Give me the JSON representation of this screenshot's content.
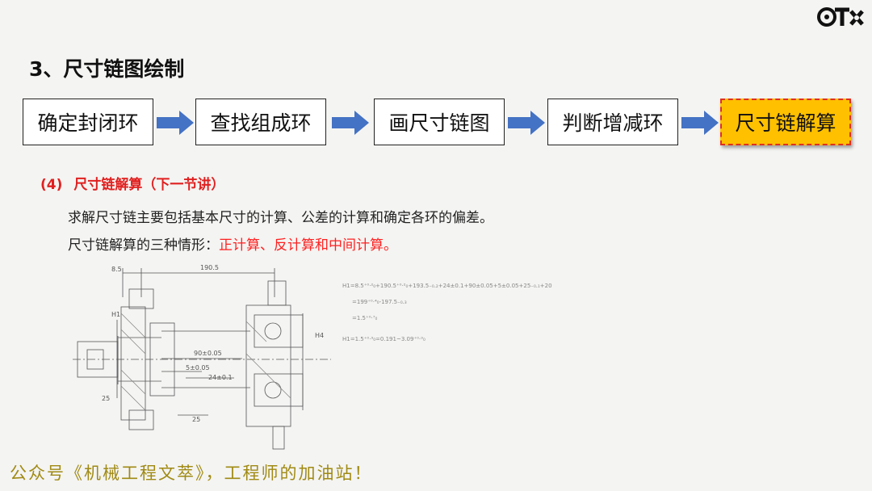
{
  "section_title": "3、尺寸链图绘制",
  "flow_steps": [
    "确定封闭环",
    "查找组成环",
    "画尺寸链图",
    "判断增减环",
    "尺寸链解算"
  ],
  "subheading": {
    "number": "(4)",
    "text": "尺寸链解算（下一节讲）"
  },
  "paragraph_1": "求解尺寸链主要包括基本尺寸的计算、公差的计算和确定各环的偏差。",
  "paragraph_2": {
    "prefix": "尺寸链解算的三种情形：",
    "highlight": "正计算、反计算和中间计算。"
  },
  "drawing_labels": {
    "dim_top_left": "8.5",
    "dim_top_span": "190.5",
    "h1": "H1",
    "dim_90": "90±0.05",
    "dim_5": "5±0.05",
    "dim_24": "24±0.1",
    "dim_25_left": "25",
    "dim_25_bottom": "25",
    "dim_right": "H4"
  },
  "formula_lines": [
    "H1=8.5⁺⁰·²₀+190.5⁺⁰·²₀+193.5₋₀.₂+24±0.1+90±0.05+5±0.05+25₋₀.₁+20.₋₀.₁",
    "=199⁺⁰·⁴₀-197.5₋₀.₃",
    "=1.5⁺⁰·⁷₀",
    "H1=1.5⁺⁰·⁹₀=0.191~3.09⁺⁰·⁹₀"
  ],
  "footer_text": "公众号《机械工程文萃》，工程师的加油站！",
  "colors": {
    "accent_red": "#e02020",
    "highlight_red": "#ff2020",
    "active_fill": "#ffc000",
    "arrow_blue": "#4472c4",
    "footer_gold": "#a08a14"
  },
  "icons": [
    "brand-logo-icon",
    "arrow-right-icon"
  ]
}
